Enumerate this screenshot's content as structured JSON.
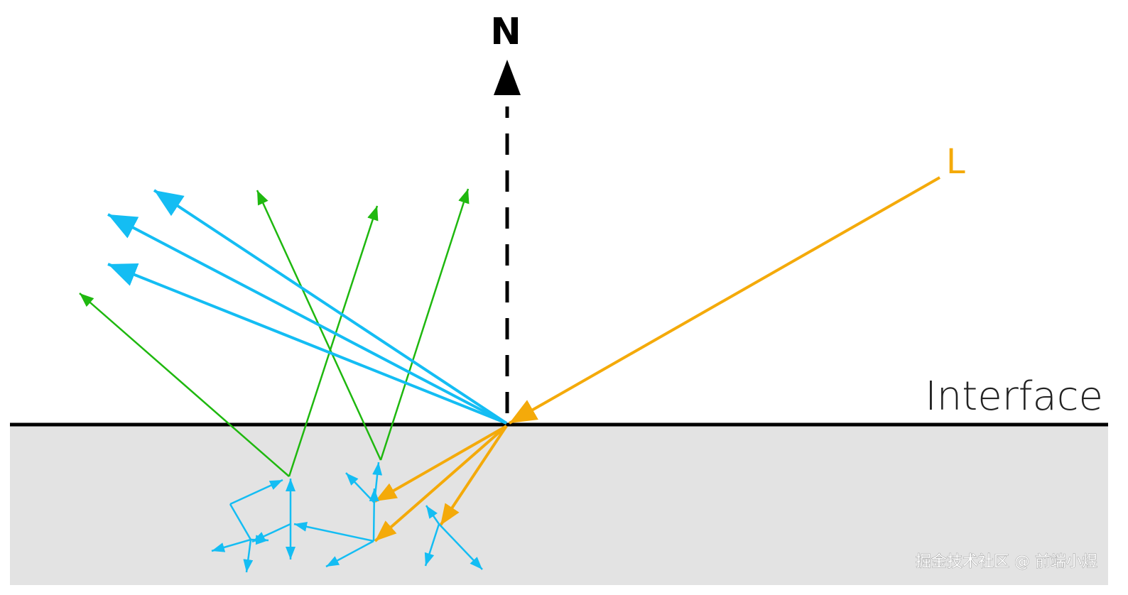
{
  "labels": {
    "normal": "N",
    "light": "L",
    "interface": "Interface",
    "watermark": "掘金技术社区 @ 前端小煜"
  },
  "colors": {
    "background": "#ffffff",
    "medium": "#e3e3e3",
    "interface_line": "#000000",
    "normal_axis": "#000000",
    "incident_light": "#f4aa0a",
    "specular_reflection": "#14bdf3",
    "diffuse_exit": "#1fb80f",
    "subsurface_scatter": "#14bdf3"
  }
}
